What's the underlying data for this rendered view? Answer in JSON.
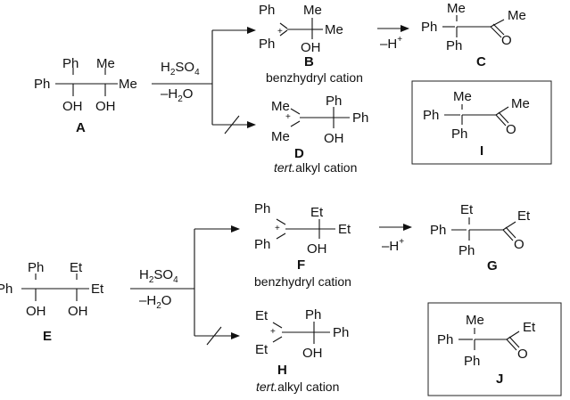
{
  "colors": {
    "ink": "#111111",
    "background": "#ffffff"
  },
  "groups": {
    "ph": "Ph",
    "me": "Me",
    "et": "Et",
    "oh": "OH",
    "o": "O",
    "plus": "+"
  },
  "reagents": {
    "acid": "H",
    "acid_sub": "2",
    "acid_tail": "SO",
    "acid_sub2": "4",
    "water": "–H",
    "water_sub": "2",
    "water_tail": "O",
    "deprot": "–H",
    "deprot_sup": "+"
  },
  "labels": {
    "A": "A",
    "B": "B",
    "C": "C",
    "D": "D",
    "E": "E",
    "F": "F",
    "G": "G",
    "H": "H",
    "I": "I",
    "J": "J"
  },
  "captions": {
    "benzhydryl": "benzhydryl cation",
    "tert_prefix": "tert.",
    "tert_suffix": "alkyl cation"
  }
}
